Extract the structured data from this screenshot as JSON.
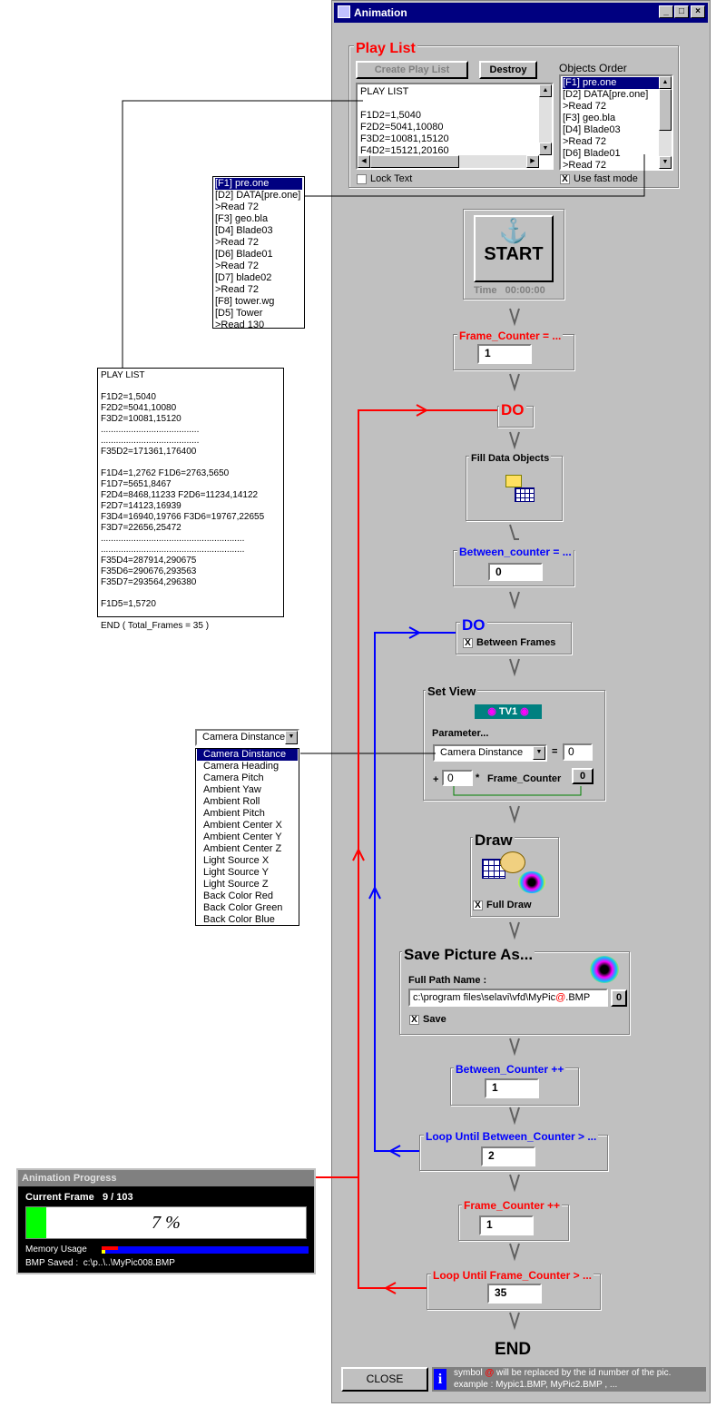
{
  "window": {
    "title": "Animation"
  },
  "playlist": {
    "group_label": "Play List",
    "create_btn": "Create Play List",
    "destroy_btn": "Destroy",
    "lines": [
      "PLAY LIST",
      "",
      "F1D2=1,5040",
      "F2D2=5041,10080",
      "F3D2=10081,15120",
      "F4D2=15121,20160"
    ],
    "lock_text_label": "Lock Text",
    "objects_order_label": "Objects Order",
    "objects": [
      "[F1] pre.one",
      "[D2] DATA[pre.one]",
      ">Read  72",
      "[F3] geo.bla",
      "[D4] Blade03",
      ">Read  72",
      "[D6] Blade01",
      ">Read  72"
    ],
    "use_fast_mode_label": "Use fast mode"
  },
  "start": {
    "label": "START",
    "time_label": "Time",
    "time_value": "00:00:00"
  },
  "frame_counter_init": {
    "label": "Frame_Counter = ...",
    "value": "1"
  },
  "do_outer": {
    "label": "DO"
  },
  "fill_data": {
    "label": "Fill Data Objects"
  },
  "between_counter_init": {
    "label": "Between_counter = ...",
    "value": "0"
  },
  "do_inner": {
    "label": "DO",
    "between_frames_label": "Between Frames"
  },
  "set_view": {
    "label": "Set View",
    "view_name": "TV1",
    "param_label": "Parameter...",
    "param_value": "Camera Dinstance",
    "equals_value": "0",
    "plus_value": "0",
    "frame_counter_label": "Frame_Counter",
    "fc_btn": "0"
  },
  "draw": {
    "label": "Draw",
    "full_draw_label": "Full Draw"
  },
  "save_picture": {
    "label": "Save Picture As...",
    "path_label": "Full Path Name :",
    "path_prefix": "c:\\program files\\selavi\\vfd\\MyPic",
    "path_at": "@",
    "path_suffix": ".BMP",
    "path_btn": "0",
    "save_label": "Save"
  },
  "between_inc": {
    "label": "Between_Counter ++",
    "value": "1"
  },
  "loop_between": {
    "label": "Loop Until Between_Counter > ...",
    "value": "2"
  },
  "frame_inc": {
    "label": "Frame_Counter ++",
    "value": "1"
  },
  "loop_frame": {
    "label": "Loop Until Frame_Counter > ...",
    "value": "35"
  },
  "end_label": "END",
  "close_btn": "CLOSE",
  "info": {
    "line1_prefix": "symbol",
    "line1_at": "@",
    "line1_suffix": "will be replaced by the id number of the pic.",
    "line2": "example : Mypic1.BMP, MyPic2.BMP , ..."
  },
  "popup_objects": [
    "[F1] pre.one",
    "[D2] DATA[pre.one]",
    ">Read  72",
    "[F3] geo.bla",
    "[D4] Blade03",
    ">Read  72",
    "[D6] Blade01",
    ">Read  72",
    "[D7] blade02",
    ">Read  72",
    "[F8] tower.wg",
    "[D5] Tower",
    ">Read  130"
  ],
  "popup_playlist": "PLAY LIST\n\nF1D2=1,5040\nF2D2=5041,10080\nF3D2=10081,15120\n.......................................\n.......................................\nF35D2=171361,176400\n\nF1D4=1,2762 F1D6=2763,5650\nF1D7=5651,8467\nF2D4=8468,11233 F2D6=11234,14122\nF2D7=14123,16939\nF3D4=16940,19766 F3D6=19767,22655\nF3D7=22656,25472\n.........................................................\n.........................................................\nF35D4=287914,290675\nF35D6=290676,293563\nF35D7=293564,296380\n\nF1D5=1,5720\n\nEND ( Total_Frames = 35 )",
  "param_dropdown": {
    "selected": "Camera Dinstance",
    "options": [
      "Camera Dinstance",
      "Camera Heading",
      "Camera Pitch",
      "Ambient Yaw",
      "Ambient Roll",
      "Ambient Pitch",
      "Ambient Center X",
      "Ambient Center Y",
      "Ambient Center Z",
      "Light Source X",
      "Light Source Y",
      "Light Source Z",
      "Back Color Red",
      "Back Color Green",
      "Back Color Blue"
    ]
  },
  "progress": {
    "title": "Animation Progress",
    "current_label": "Current Frame",
    "current_value": "9 / 103",
    "percent_text": "7 %",
    "fraction": 0.07,
    "memory_label": "Memory Usage",
    "bmp_label": "BMP Saved :",
    "bmp_value": "c:\\p..\\..\\MyPic008.BMP"
  },
  "colors": {
    "red": "#ff0000",
    "blue": "#0000ff",
    "navy": "#000080",
    "green": "#00ff00"
  }
}
